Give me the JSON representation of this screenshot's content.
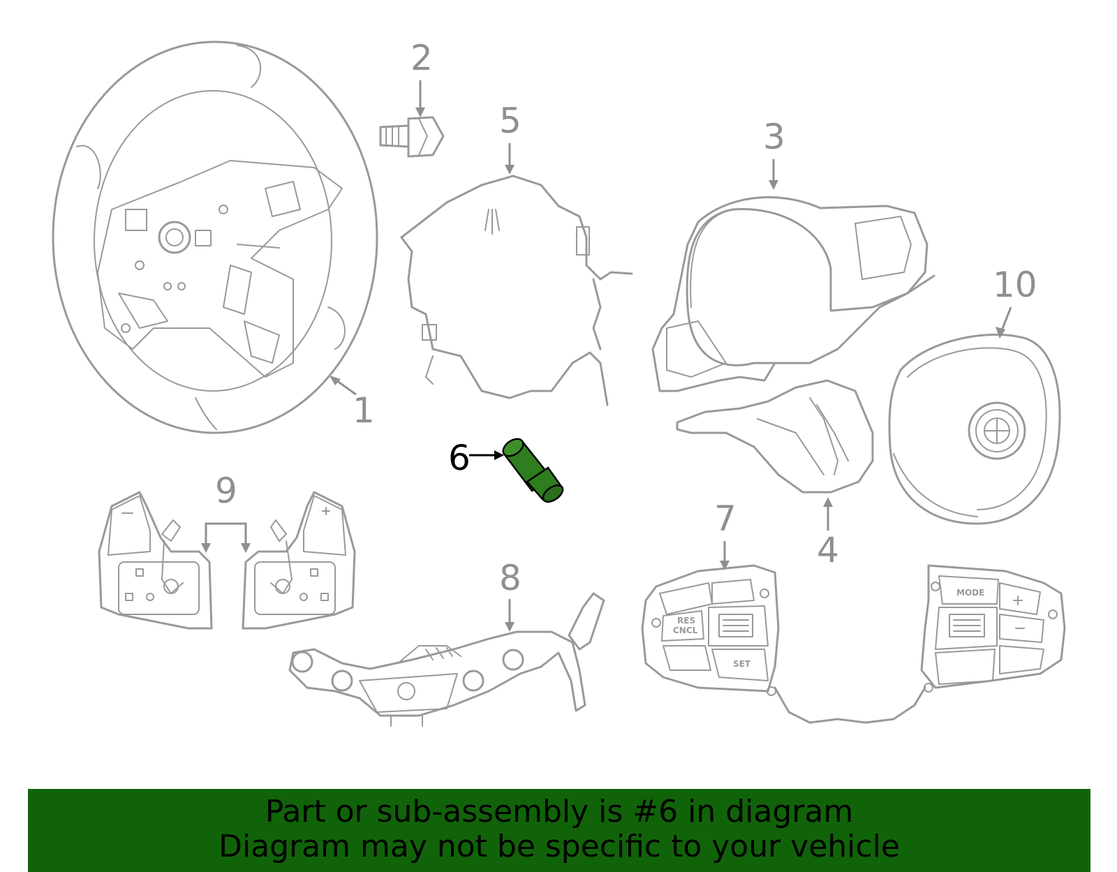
{
  "highlight_color": "#116309",
  "highlighted_part_color": "#2f7d1f",
  "callouts": {
    "c1": "1",
    "c2": "2",
    "c3": "3",
    "c4": "4",
    "c5": "5",
    "c6": "6",
    "c7": "7",
    "c8": "8",
    "c9": "9",
    "c10": "10"
  },
  "button_labels": {
    "res_cncl_1": "RES",
    "res_cncl_2": "CNCL",
    "set": "SET",
    "mode": "MODE"
  },
  "footer": {
    "line1": "Part or sub-assembly is #6 in diagram",
    "line2": "Diagram may not be specific to your vehicle"
  }
}
